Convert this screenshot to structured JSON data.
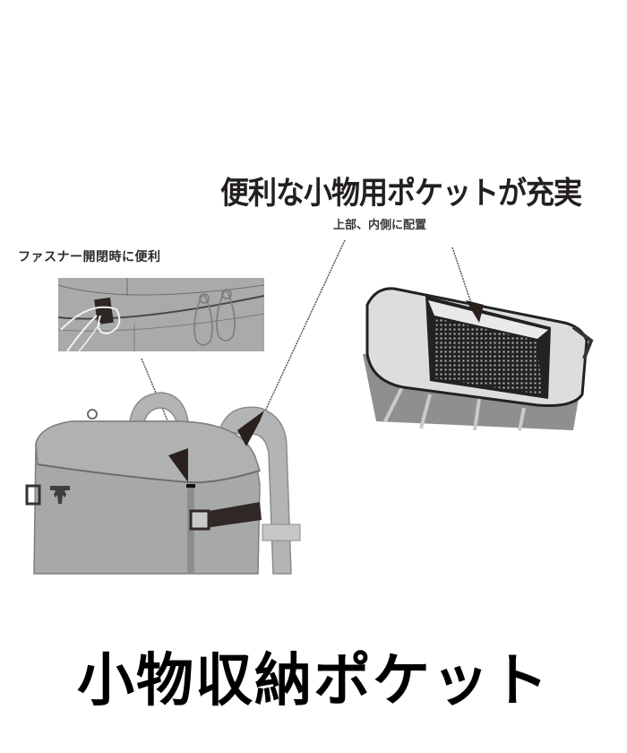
{
  "headline": {
    "title": "便利な小物用ポケットが充実",
    "subtitle": "上部、内側に配置"
  },
  "inset_left": {
    "caption": "ファスナー開閉時に便利"
  },
  "footer": {
    "title": "小物収納ポケット"
  },
  "illustrations": {
    "zipper_detail": "zipper-pull-loops-illustration",
    "backpack": "backpack-main-illustration",
    "inner_pocket": "inner-mesh-pocket-illustration",
    "logo": "brand-logo-icon"
  },
  "colors": {
    "background": "#ffffff",
    "bag_gray": "#a7a9a8",
    "bag_dark": "#8c8e8d",
    "outline": "#3b3b3b",
    "arrow": "#2a211d",
    "mesh": "#222222",
    "inner_light": "#dcdedd"
  }
}
